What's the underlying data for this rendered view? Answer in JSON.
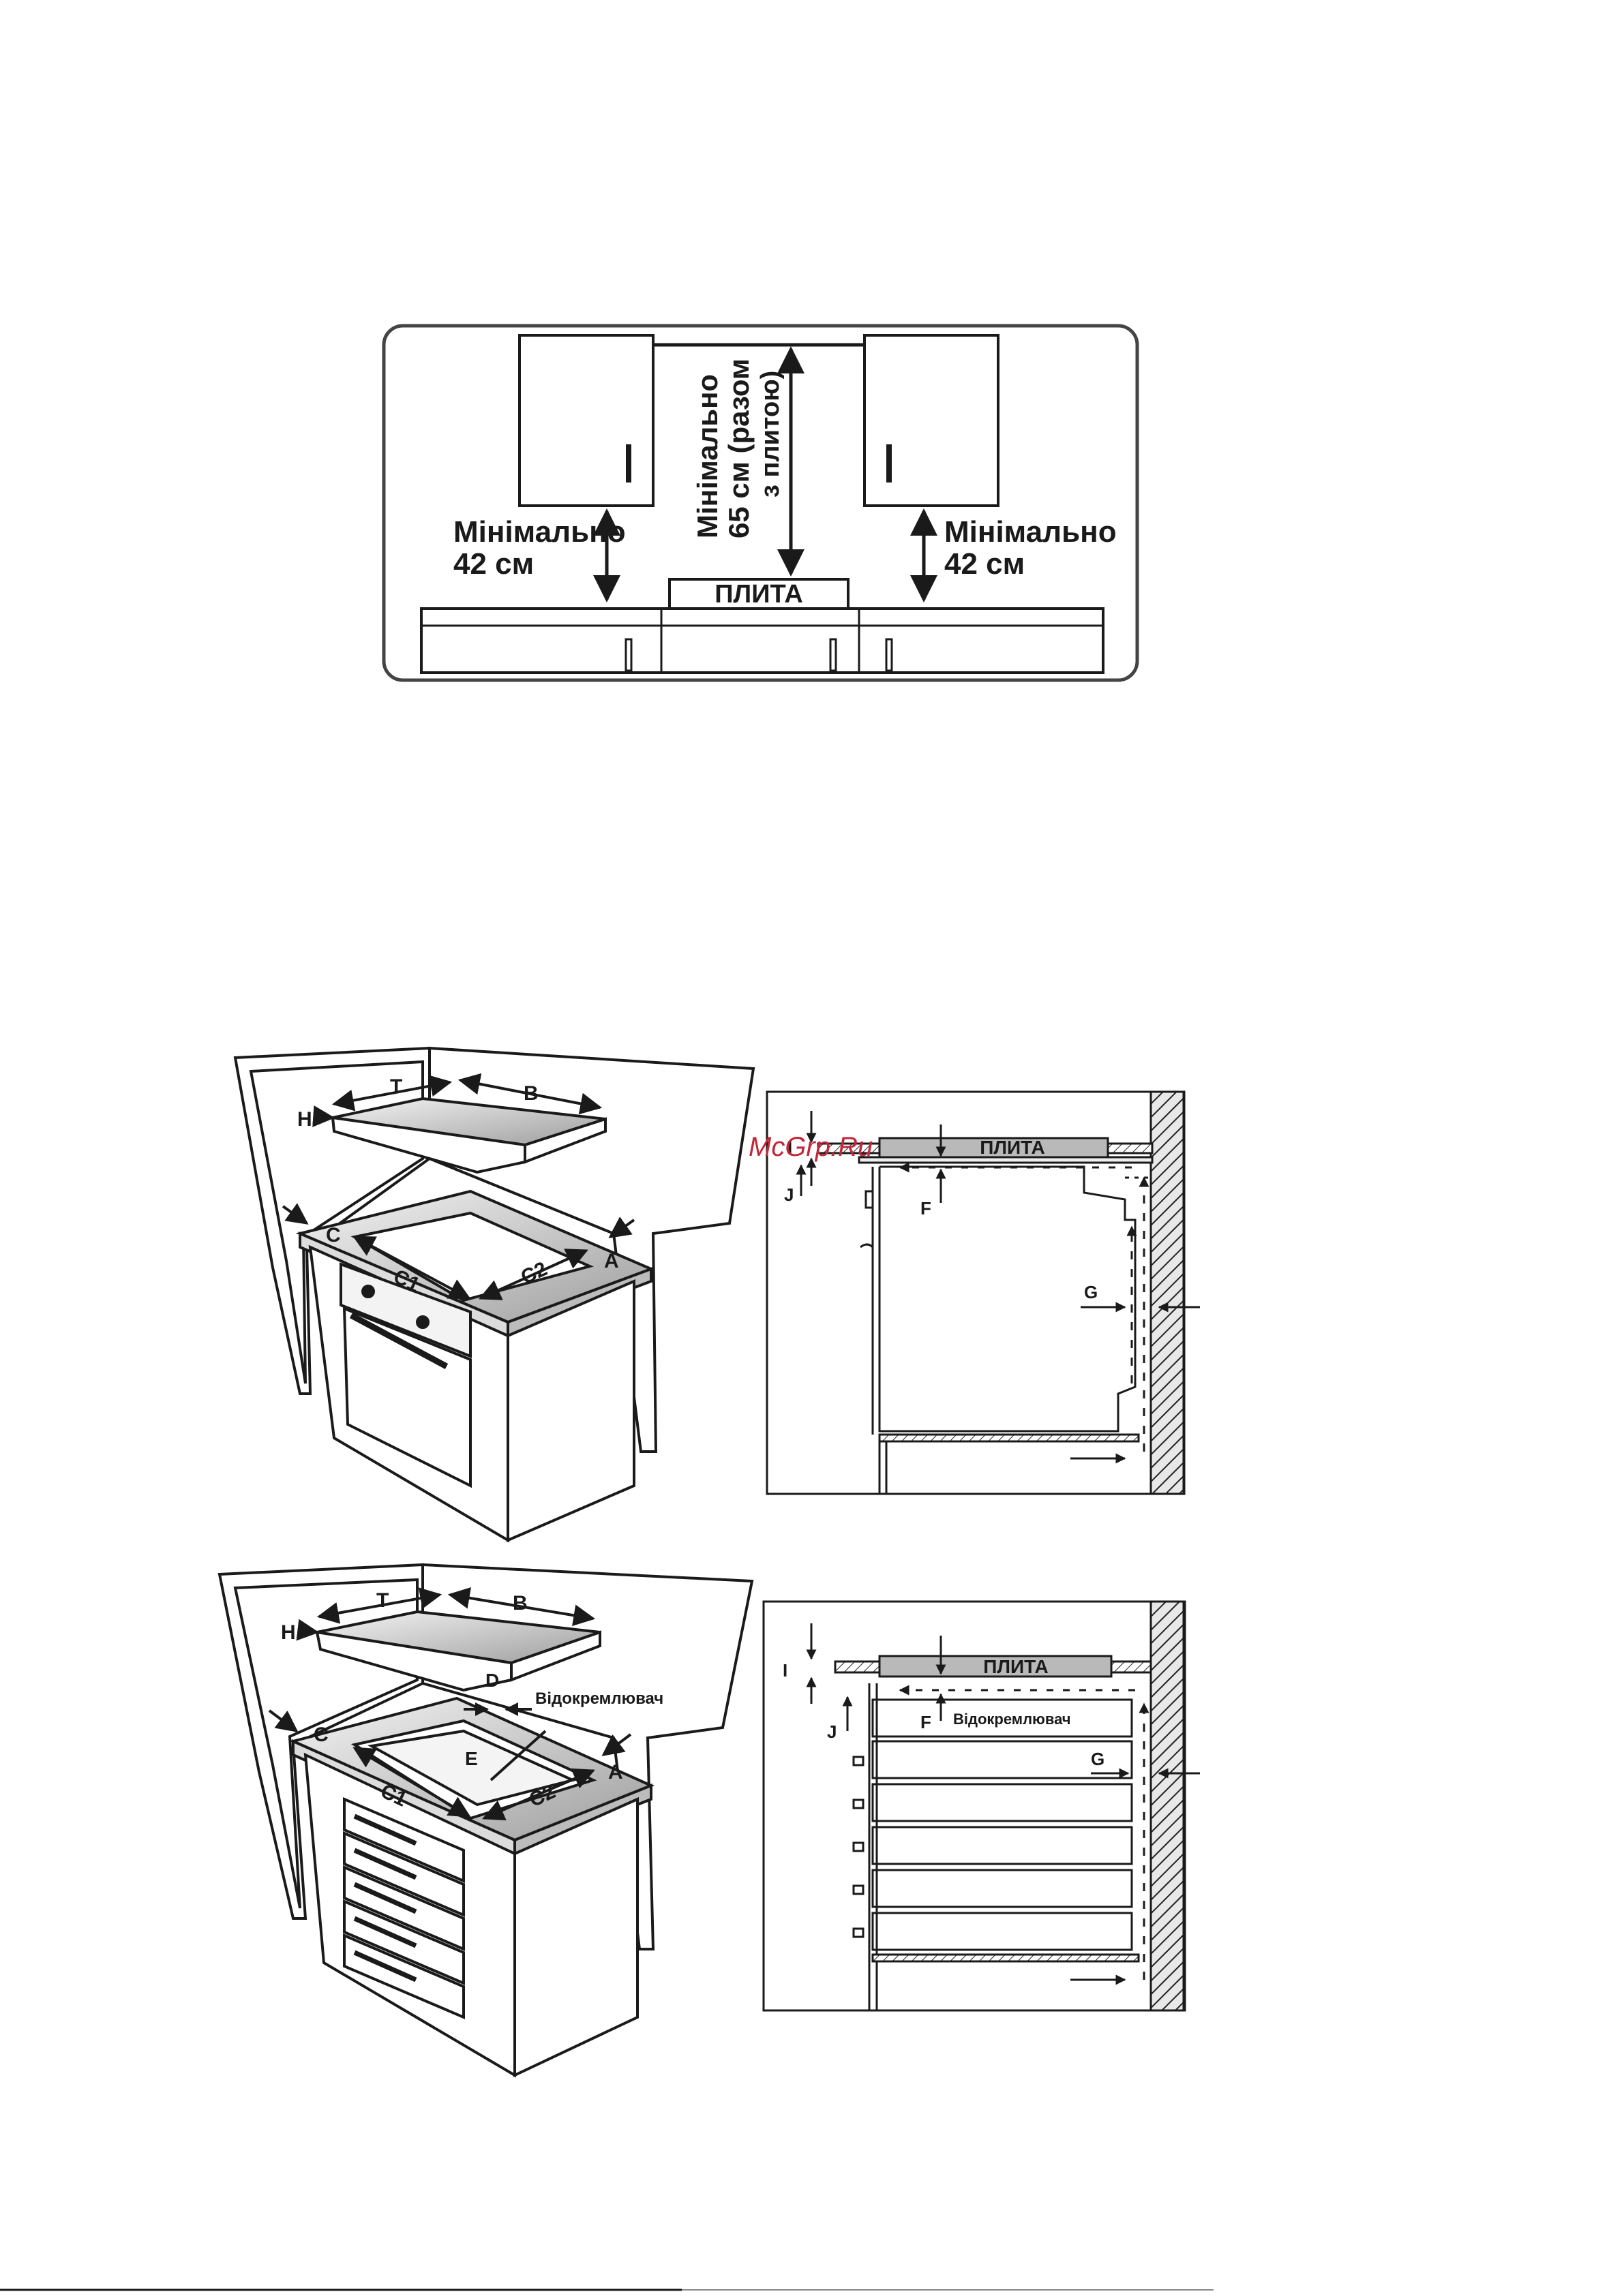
{
  "top_diagram": {
    "label_min_left_line1": "Мінімально",
    "label_min_left_line2": "42 см",
    "label_min_right_line1": "Мінімально",
    "label_min_right_line2": "42 см",
    "label_center_line1": "Мінімально",
    "label_center_line2": "65 см (разом",
    "label_center_line3": "з плитою)",
    "label_hob": "ПЛИТА"
  },
  "oven_iso": {
    "label_T": "T",
    "label_B": "B",
    "label_H": "H",
    "label_C": "C",
    "label_A": "A",
    "label_C1": "C1",
    "label_C2": "C2"
  },
  "oven_section": {
    "label_hob": "ПЛИТА",
    "label_I": "I",
    "label_J": "J",
    "label_F": "F",
    "label_G": "G"
  },
  "drawer_iso": {
    "label_T": "T",
    "label_B": "B",
    "label_H": "H",
    "label_D": "D",
    "label_E": "E",
    "label_C": "C",
    "label_A": "A",
    "label_C1": "C1",
    "label_C2": "C2",
    "label_separator": "Відокремлювач"
  },
  "drawer_section": {
    "label_hob": "ПЛИТА",
    "label_I": "I",
    "label_J": "J",
    "label_F": "F",
    "label_G": "G",
    "label_separator": "Відокремлювач"
  },
  "watermark": "McGrp.Ru",
  "colors": {
    "line": "#1a1a1a",
    "grey_fill": "#b9b9b9",
    "light_fill": "#eeeeee",
    "watermark": "#c0283a"
  }
}
